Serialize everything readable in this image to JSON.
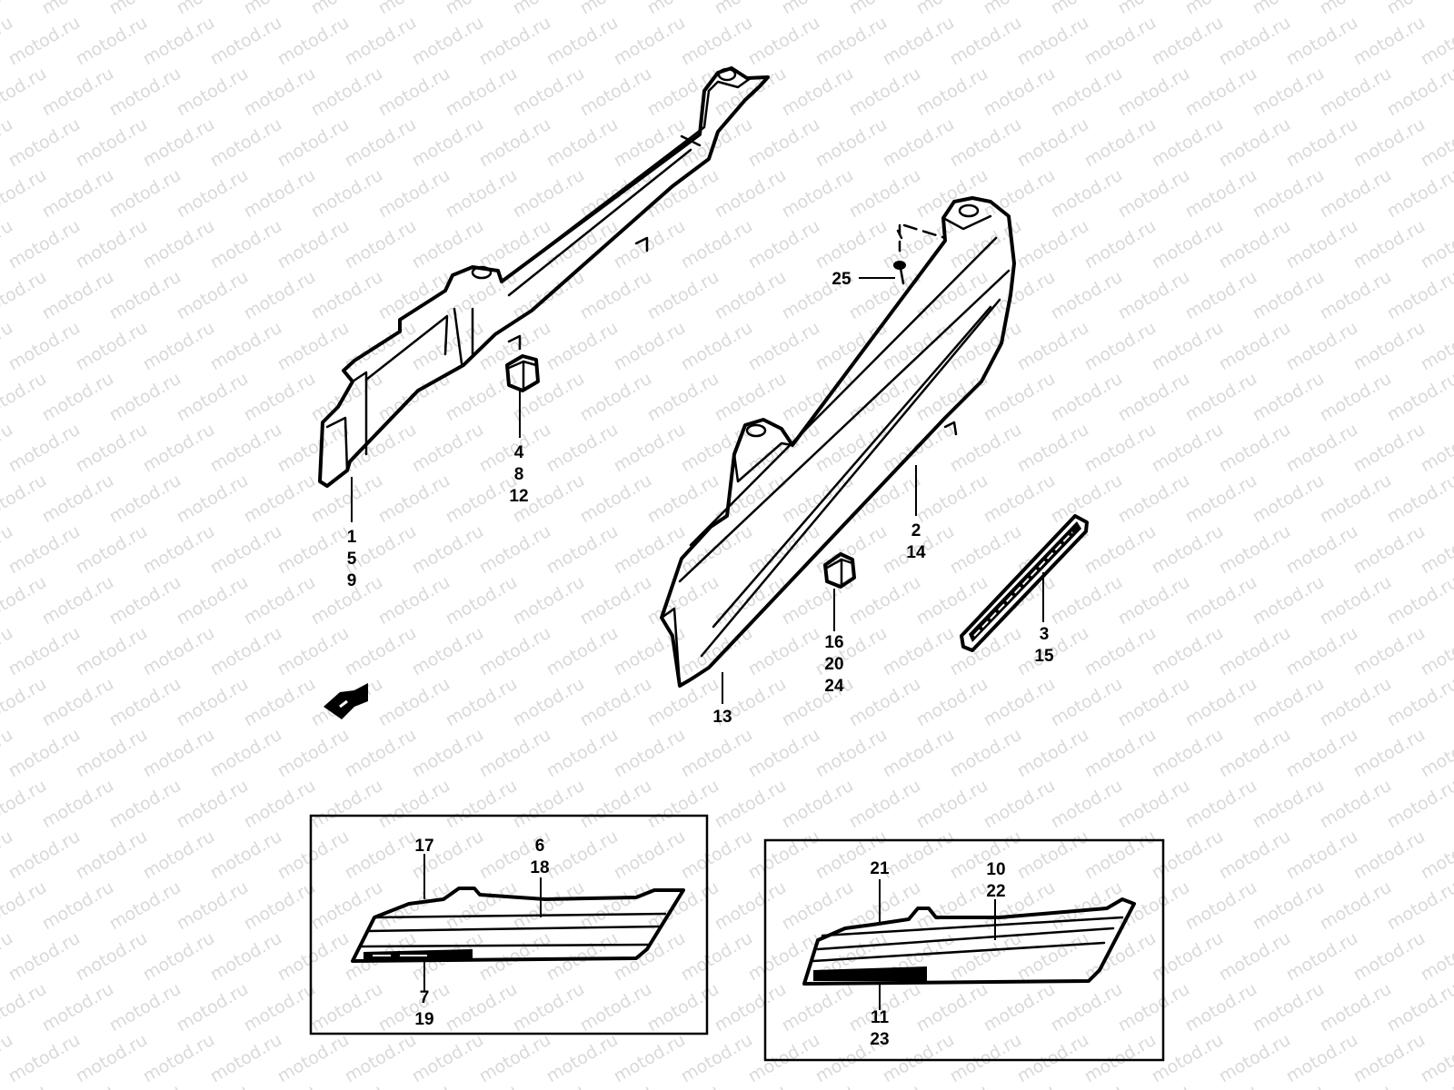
{
  "watermark": {
    "text": "motod.ru"
  },
  "callouts": {
    "c1": [
      "1",
      "5",
      "9"
    ],
    "c2": [
      "4",
      "8",
      "12"
    ],
    "c3": [
      "2",
      "14"
    ],
    "c4": [
      "25"
    ],
    "c5": [
      "3",
      "15"
    ],
    "c6": [
      "16",
      "20",
      "24"
    ],
    "c7": [
      "13"
    ],
    "c8": [
      "17"
    ],
    "c9": [
      "6",
      "18"
    ],
    "c10": [
      "7",
      "19"
    ],
    "c11": [
      "21"
    ],
    "c12": [
      "10",
      "22"
    ],
    "c13": [
      "11",
      "23"
    ]
  }
}
